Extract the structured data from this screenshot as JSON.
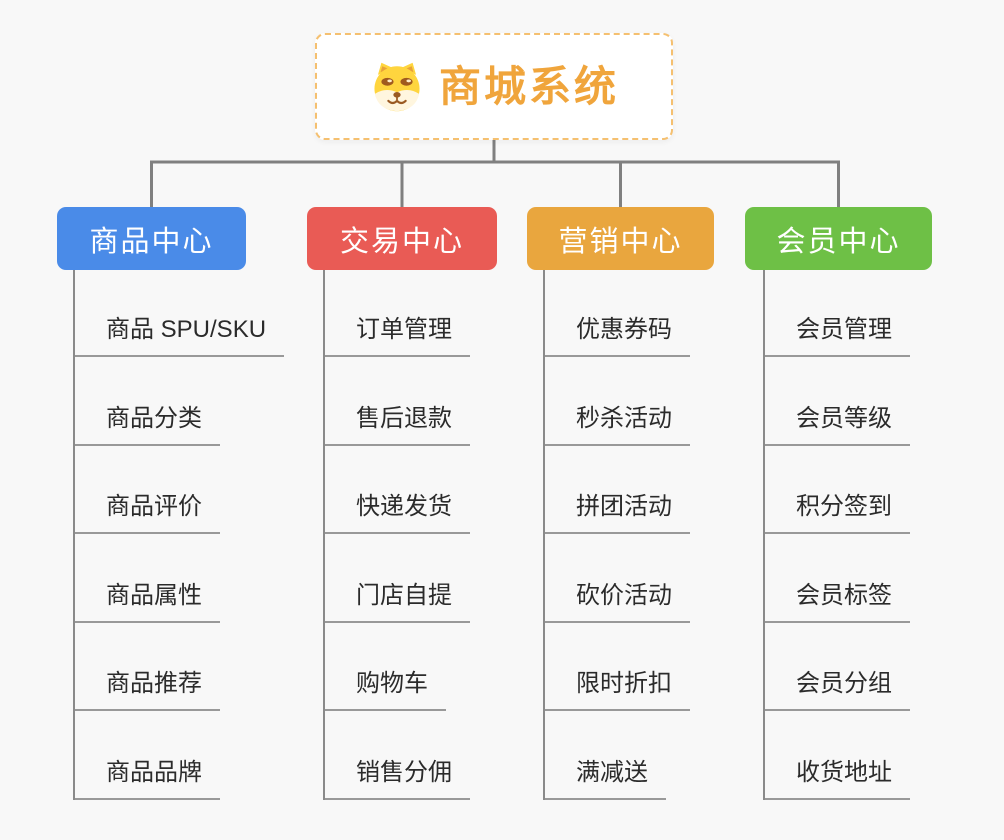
{
  "background_color": "#f8f8f8",
  "connector_color": "#808080",
  "vline_color": "#8a8a8a",
  "underline_color": "#999999",
  "root": {
    "title": "商城系统",
    "icon": "dog-face-icon",
    "accent_color": "#f0a53c",
    "border_color": "#f5c070"
  },
  "branches": [
    {
      "label": "商品中心",
      "color": "#4a8be8",
      "items": [
        "商品 SPU/SKU",
        "商品分类",
        "商品评价",
        "商品属性",
        "商品推荐",
        "商品品牌"
      ]
    },
    {
      "label": "交易中心",
      "color": "#e95b55",
      "items": [
        "订单管理",
        "售后退款",
        "快递发货",
        "门店自提",
        "购物车",
        "销售分佣"
      ]
    },
    {
      "label": "营销中心",
      "color": "#e9a63e",
      "items": [
        "优惠券码",
        "秒杀活动",
        "拼团活动",
        "砍价活动",
        "限时折扣",
        "满减送"
      ]
    },
    {
      "label": "会员中心",
      "color": "#6ec046",
      "items": [
        "会员管理",
        "会员等级",
        "积分签到",
        "会员标签",
        "会员分组",
        "收货地址"
      ]
    }
  ]
}
